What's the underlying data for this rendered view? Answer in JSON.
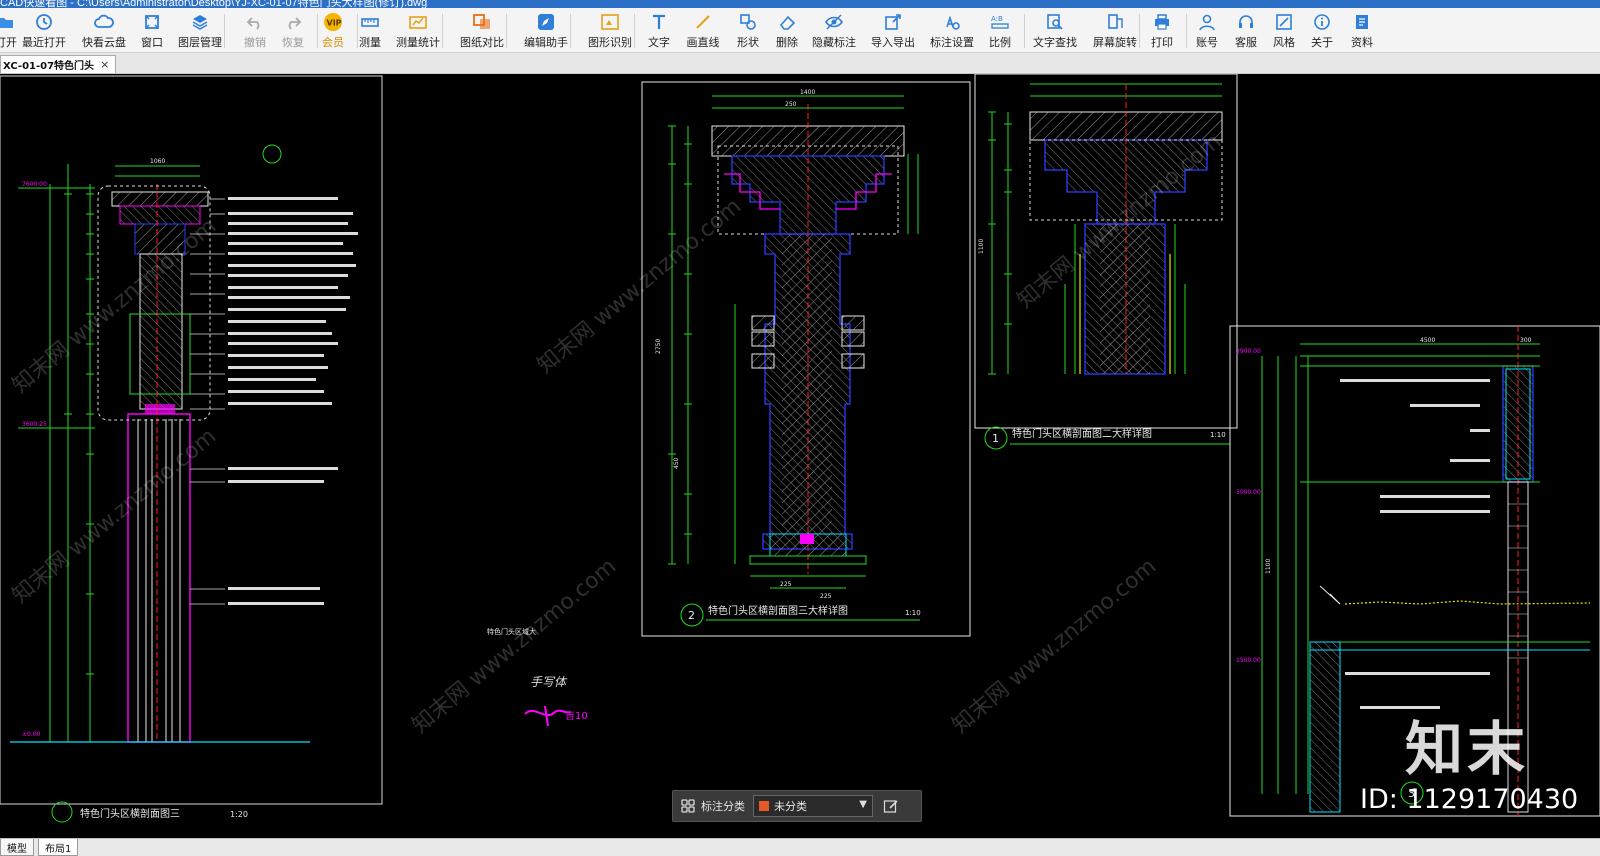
{
  "window": {
    "title": "CAD快速看图 - C:\\Users\\Administrator\\Desktop\\YJ-XC-01-07特色门头大样图(修订).dwg"
  },
  "toolbar": {
    "items": [
      {
        "label": "打开",
        "icon": "folder-open-icon",
        "state": "normal"
      },
      {
        "label": "最近打开",
        "icon": "clock-history-icon",
        "state": "normal"
      },
      {
        "label": "快看云盘",
        "icon": "cloud-icon",
        "state": "normal"
      },
      {
        "label": "窗口",
        "icon": "window-icon",
        "state": "normal"
      },
      {
        "label": "图层管理",
        "icon": "layers-icon",
        "state": "normal"
      },
      {
        "label": "撤销",
        "icon": "undo-icon",
        "state": "disabled"
      },
      {
        "label": "恢复",
        "icon": "redo-icon",
        "state": "disabled"
      },
      {
        "label": "会员",
        "icon": "vip-badge-icon",
        "state": "vip"
      },
      {
        "label": "测量",
        "icon": "measure-icon",
        "state": "normal"
      },
      {
        "label": "测量统计",
        "icon": "measure-stats-icon",
        "state": "normal"
      },
      {
        "label": "图纸对比",
        "icon": "compare-icon",
        "state": "normal"
      },
      {
        "label": "编辑助手",
        "icon": "edit-assistant-icon",
        "state": "normal"
      },
      {
        "label": "图形识别",
        "icon": "shape-recognize-icon",
        "state": "normal"
      },
      {
        "label": "文字",
        "icon": "text-icon",
        "state": "normal"
      },
      {
        "label": "画直线",
        "icon": "line-icon",
        "state": "normal"
      },
      {
        "label": "形状",
        "icon": "shapes-icon",
        "state": "normal"
      },
      {
        "label": "删除",
        "icon": "eraser-icon",
        "state": "normal"
      },
      {
        "label": "隐藏标注",
        "icon": "eye-hide-icon",
        "state": "normal"
      },
      {
        "label": "导入导出",
        "icon": "import-export-icon",
        "state": "normal"
      },
      {
        "label": "标注设置",
        "icon": "annotation-settings-icon",
        "state": "normal"
      },
      {
        "label": "比例",
        "icon": "scale-icon",
        "state": "normal"
      },
      {
        "label": "文字查找",
        "icon": "text-search-icon",
        "state": "normal"
      },
      {
        "label": "屏幕旋转",
        "icon": "rotate-screen-icon",
        "state": "normal"
      },
      {
        "label": "打印",
        "icon": "printer-icon",
        "state": "normal"
      },
      {
        "label": "账号",
        "icon": "user-icon",
        "state": "normal"
      },
      {
        "label": "客服",
        "icon": "headset-icon",
        "state": "normal"
      },
      {
        "label": "风格",
        "icon": "style-icon",
        "state": "normal"
      },
      {
        "label": "关于",
        "icon": "info-icon",
        "state": "normal"
      },
      {
        "label": "资料",
        "icon": "docs-icon",
        "state": "normal"
      }
    ]
  },
  "tab": {
    "label": "XC-01-07特色门头",
    "close_icon": "close-icon"
  },
  "drawings": {
    "left_title": "特色门头区横剖面图三",
    "left_scale": "1:20",
    "left_top_dim": "1060",
    "left_levels": [
      "7600.00",
      "3600.25",
      "±0.00"
    ],
    "mid_title_no": "2",
    "mid_title": "特色门头区横剖面图三大样详图",
    "mid_scale": "1:10",
    "mid_dims": [
      "1400",
      "250",
      "2750",
      "450",
      "225",
      "225"
    ],
    "right_title_no": "1",
    "right_title": "特色门头区横剖面图二大样详图",
    "right_scale": "1:10",
    "right_dims": [
      "4500",
      "300",
      "1100"
    ],
    "br_title_no": "3",
    "br_levels": [
      "3900.00",
      "3000.00",
      "1500.00",
      "1100"
    ],
    "note_small": "特色门头区域大",
    "hand_note": "手写体",
    "hand_mark": "吉10",
    "watermarks": [
      "知末网 www.znzmo.com"
    ],
    "brand": "知末",
    "id_text": "ID: 1129170430"
  },
  "annotation_panel": {
    "grid_icon": "category-grid-icon",
    "label": "标注分类",
    "selected": "未分类",
    "swatch_color": "#e8592a",
    "dropdown_icon": "chevron-down-icon",
    "edit_icon": "edit-icon"
  },
  "statusbar": {
    "tabs": [
      "模型",
      "布局1"
    ]
  },
  "colors": {
    "cad_green": "#1fdc1f",
    "cad_magenta": "#ff00ff",
    "cad_cyan": "#00e5ff",
    "cad_blue": "#2a3dff",
    "cad_red": "#ff2020",
    "cad_yellow": "#e8e800",
    "cad_white": "#ffffff"
  }
}
